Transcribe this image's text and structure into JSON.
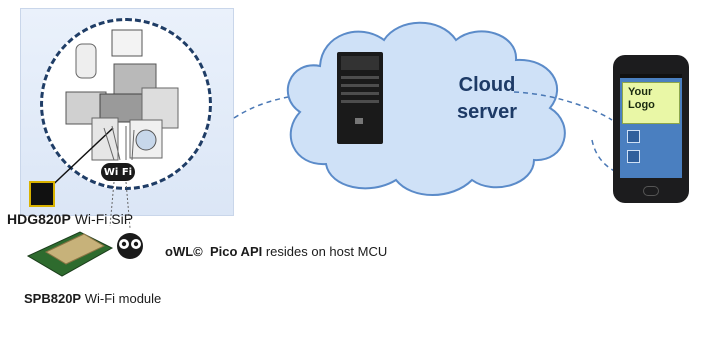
{
  "panel": {
    "sip_label_bold": "HDG820P",
    "sip_label_rest": " Wi-Fi SiP",
    "wifi_badge": "Wi Fi"
  },
  "cloud": {
    "line1": "Cloud",
    "line2": "server"
  },
  "api": {
    "brand": "oWL©",
    "product": "Pico API",
    "rest": " resides on host MCU"
  },
  "module": {
    "name_bold": "SPB820P",
    "name_rest": " Wi-Fi module"
  },
  "phone": {
    "logo_line1": "Your",
    "logo_line2": "Logo"
  },
  "colors": {
    "cloud_fill": "#cfe1f7",
    "cloud_stroke": "#5b8bc9",
    "text_dark_blue": "#1d3a66",
    "logo_bg": "#e9f7a6"
  }
}
